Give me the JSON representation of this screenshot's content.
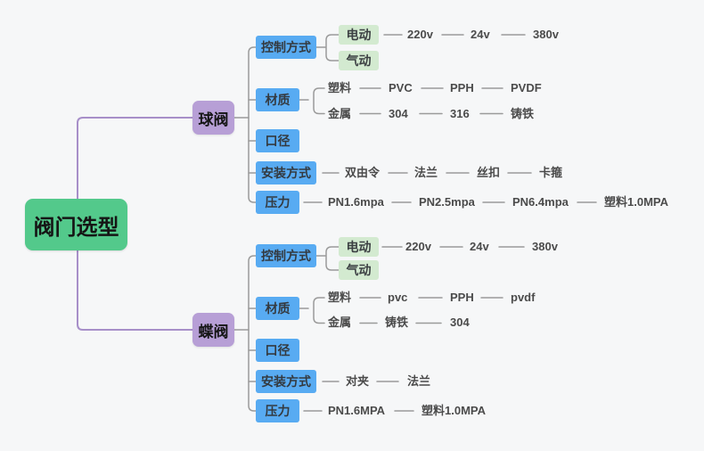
{
  "colors": {
    "canvas_bg": "#f6f7f8",
    "root_bg": "#53c98b",
    "branch_bg": "#b79fd6",
    "topic_bg": "#58abf2",
    "subtopic_bg": "#d3ead0",
    "line_purple": "#a78fc9",
    "line_gray": "#9a9a9a",
    "item_text": "#4b4b4b"
  },
  "tree": {
    "root": "阀门选型",
    "branches": [
      {
        "label": "球阀",
        "topics": [
          {
            "label": "控制方式",
            "children": [
              {
                "label": "电动",
                "items": [
                  "220v",
                  "24v",
                  "380v"
                ]
              },
              {
                "label": "气动",
                "items": []
              }
            ]
          },
          {
            "label": "材质",
            "children": [
              {
                "label": "塑料",
                "items": [
                  "PVC",
                  "PPH",
                  "PVDF"
                ]
              },
              {
                "label": "金属",
                "items": [
                  "304",
                  "316",
                  "铸铁"
                ]
              }
            ]
          },
          {
            "label": "口径",
            "children": []
          },
          {
            "label": "安装方式",
            "children": [
              {
                "label": "双由令",
                "items": [
                  "法兰",
                  "丝扣",
                  "卡箍"
                ]
              }
            ]
          },
          {
            "label": "压力",
            "children": [
              {
                "label": "PN1.6mpa",
                "items": [
                  "PN2.5mpa",
                  "PN6.4mpa",
                  "塑料1.0MPA"
                ]
              }
            ]
          }
        ]
      },
      {
        "label": "蝶阀",
        "topics": [
          {
            "label": "控制方式",
            "children": [
              {
                "label": "电动",
                "items": [
                  "220v",
                  "24v",
                  "380v"
                ]
              },
              {
                "label": "气动",
                "items": []
              }
            ]
          },
          {
            "label": "材质",
            "children": [
              {
                "label": "塑料",
                "items": [
                  "pvc",
                  "PPH",
                  "pvdf"
                ]
              },
              {
                "label": "金属",
                "items": [
                  "铸铁",
                  "304"
                ]
              }
            ]
          },
          {
            "label": "口径",
            "children": []
          },
          {
            "label": "安装方式",
            "children": [
              {
                "label": "对夹",
                "items": [
                  "法兰"
                ]
              }
            ]
          },
          {
            "label": "压力",
            "children": [
              {
                "label": "PN1.6MPA",
                "items": [
                  "塑料1.0MPA"
                ]
              }
            ]
          }
        ]
      }
    ]
  }
}
